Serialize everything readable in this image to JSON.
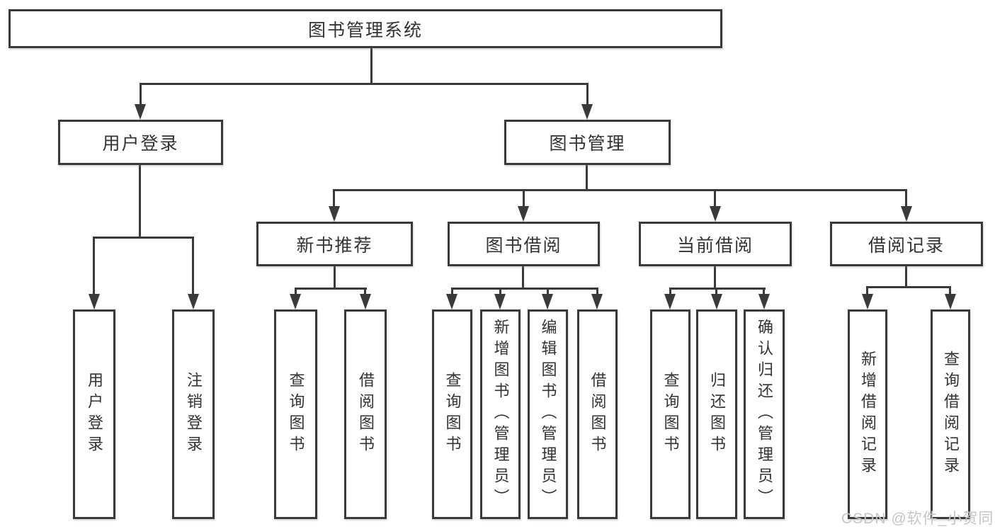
{
  "diagram": {
    "root_label": "图书管理系统",
    "level2": [
      {
        "label": "用户登录"
      },
      {
        "label": "图书管理"
      }
    ],
    "level3": [
      {
        "label": "新书推荐"
      },
      {
        "label": "图书借阅"
      },
      {
        "label": "当前借阅"
      },
      {
        "label": "借阅记录"
      }
    ],
    "leaves": [
      {
        "label": "用户登录"
      },
      {
        "label": "注销登录"
      },
      {
        "label": "查询图书"
      },
      {
        "label": "借阅图书"
      },
      {
        "label": "查询图书"
      },
      {
        "label": "新增图书（管理员）"
      },
      {
        "label": "编辑图书（管理员）"
      },
      {
        "label": "借阅图书"
      },
      {
        "label": "查询图书"
      },
      {
        "label": "归还图书"
      },
      {
        "label": "确认归还（管理员）"
      },
      {
        "label": "新增借阅记录"
      },
      {
        "label": "查询借阅记录"
      }
    ],
    "colors": {
      "line": "#3a3a3a",
      "text": "#333333",
      "watermark": "#c6c6c6",
      "background": "#ffffff"
    }
  },
  "watermark": {
    "text": "CSDN @软件_小贺同学"
  }
}
